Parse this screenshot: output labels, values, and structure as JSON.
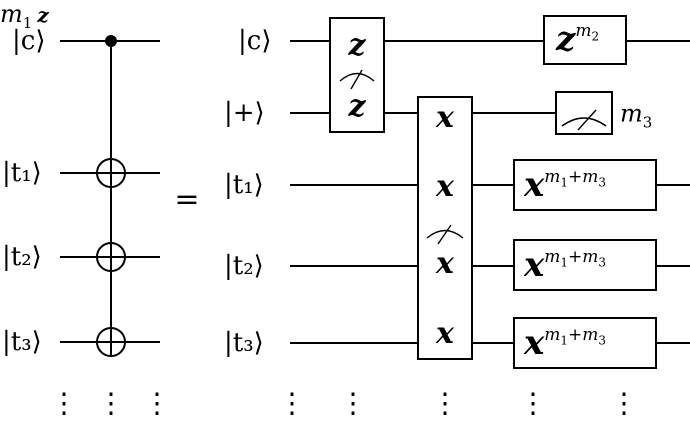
{
  "left_circuit": {
    "wires": [
      "|c⟩",
      "|t₁⟩",
      "|t₂⟩",
      "|t₃⟩"
    ]
  },
  "equals": "=",
  "right_circuit": {
    "wires": [
      "|c⟩",
      "|+⟩",
      "|t₁⟩",
      "|t₂⟩",
      "|t₃⟩"
    ],
    "zz_measure": {
      "label": "m",
      "label_sub": "1",
      "top": "z",
      "bottom": "z"
    },
    "x_measure": {
      "symbols": [
        "x",
        "x",
        "x",
        "x"
      ]
    },
    "corrections": {
      "c_gate": {
        "base": "z",
        "exp": "m",
        "exp_sub": "2"
      },
      "plus_measure": {
        "basis": "z",
        "label": "m",
        "label_sub": "3"
      },
      "t_gate": {
        "base": "x",
        "exp": "m",
        "exp_sub1": "1",
        "plus": "+",
        "exp_sub2": "3"
      }
    }
  },
  "ellipsis": "⋮"
}
